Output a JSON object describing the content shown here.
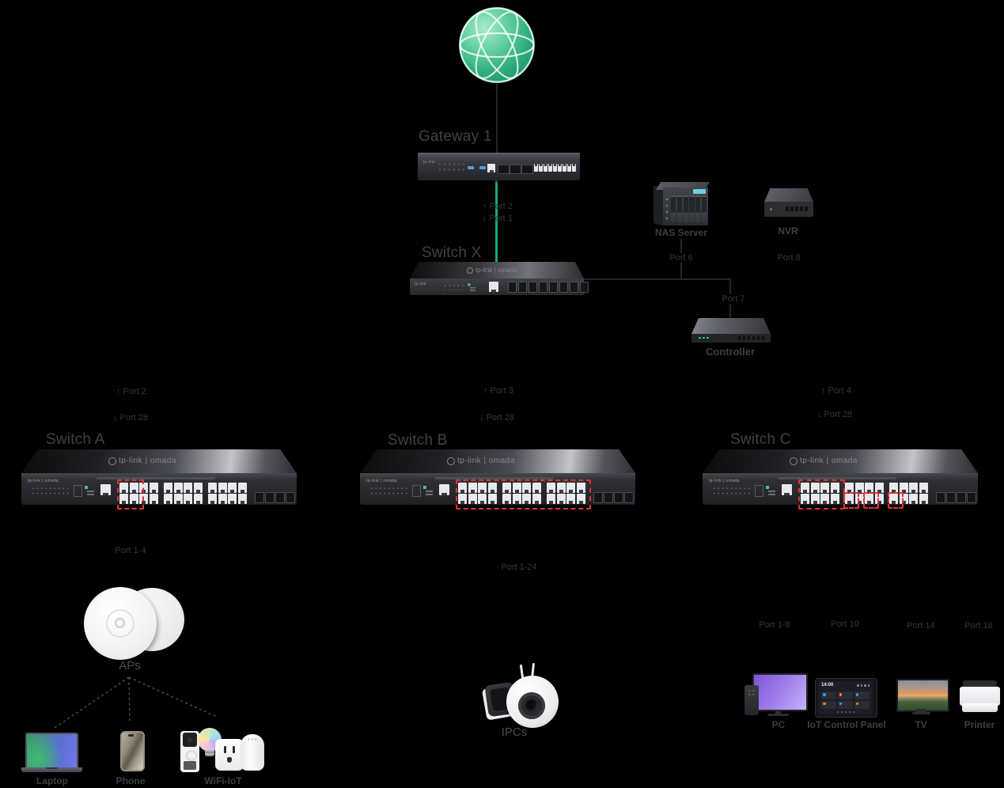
{
  "brand": {
    "logo_text": "tp-link | omada",
    "logo_text_short": "tp-link"
  },
  "colors": {
    "background": "#000000",
    "uplink_green": "#17a97b",
    "highlight_red": "#e53333",
    "line_gray": "#262626"
  },
  "internet": {
    "icon": "globe-icon"
  },
  "gateway": {
    "title": "Gateway 1"
  },
  "gateway_switchx_link": {
    "up_label": "↑ Port 2",
    "down_label": "↓ Port 1"
  },
  "switch_x": {
    "title": "Switch X"
  },
  "servers": {
    "nas": {
      "label": "NAS Server",
      "port_label": "Port 6"
    },
    "nvr": {
      "label": "NVR",
      "port_label": "Port 8"
    },
    "controller": {
      "label": "Controller",
      "port_label": "Port 7"
    }
  },
  "switches": [
    {
      "title": "Switch A",
      "uplink_label": "↑ Port 2",
      "downlink_label": "↓ Port 28",
      "highlighted_ports": "1-4"
    },
    {
      "title": "Switch B",
      "uplink_label": "↑ Port 3",
      "downlink_label": "↓ Port 28",
      "highlighted_ports": "1-24"
    },
    {
      "title": "Switch C",
      "uplink_label": "↑ Port 4",
      "downlink_label": "↓ Port 28",
      "highlighted_ports": "1-8,10,14,18"
    }
  ],
  "branch_a": {
    "port_label": "Port 1-4",
    "node_label": "APs",
    "clients": [
      {
        "label": "Laptop"
      },
      {
        "label": "Phone"
      },
      {
        "label": "WiFi-IoT"
      }
    ]
  },
  "branch_b": {
    "port_label": "Port 1-24",
    "node_label": "IPCs"
  },
  "branch_c": {
    "devices": [
      {
        "port_label": "Port 1-8",
        "label": "PC"
      },
      {
        "port_label": "Port 10",
        "label": "IoT Control Panel"
      },
      {
        "port_label": "Port 14",
        "label": "TV"
      },
      {
        "port_label": "Port 18",
        "label": "Printer"
      }
    ]
  },
  "iot_panel": {
    "clock": "14:00"
  }
}
